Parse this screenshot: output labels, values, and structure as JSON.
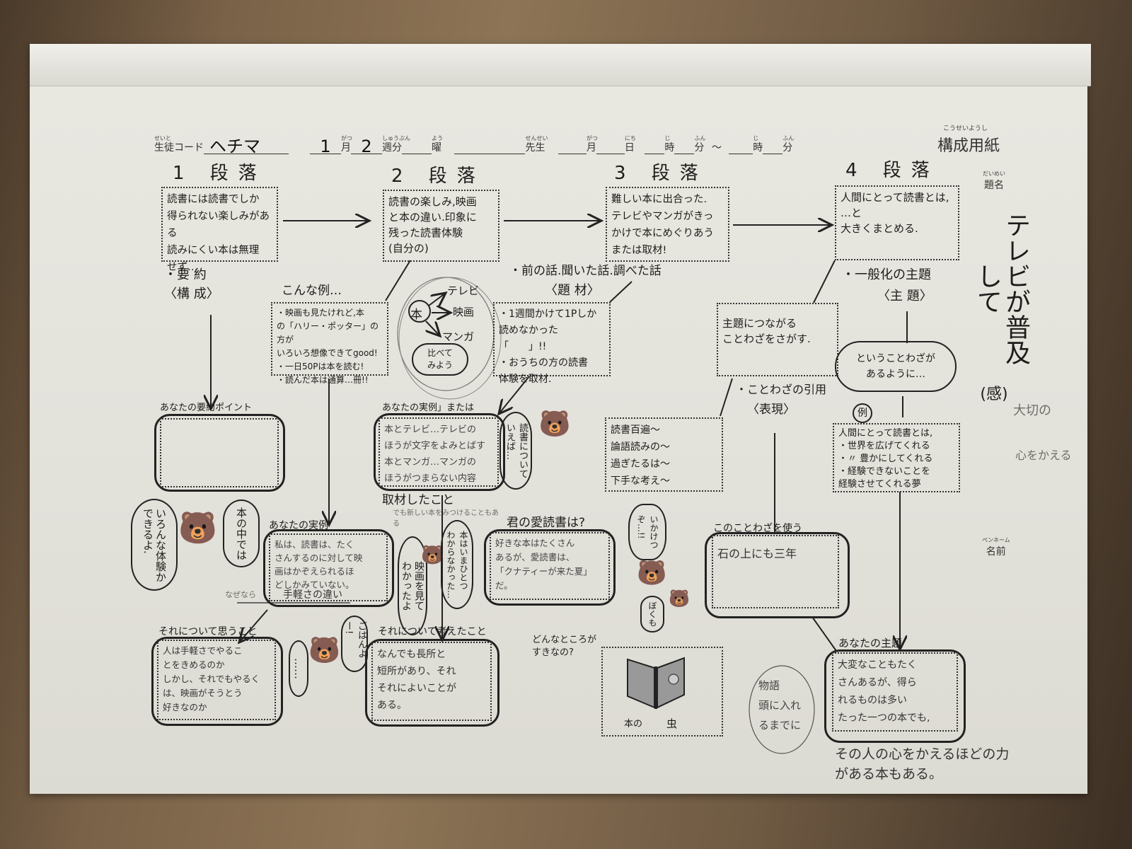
{
  "header": {
    "student_code_ruby": "せいと",
    "student_code_label": "生徒コード",
    "student_code_value": "ヘチマ",
    "month_value": "1",
    "month_ruby": "がつ",
    "month_label": "月",
    "week_value": "2",
    "week_ruby": "しゅうぶん",
    "week_label": "週分",
    "weekday_ruby": "よう",
    "weekday_label": "曜",
    "teacher_ruby": "せんせい",
    "teacher_label": "先生",
    "date_month_ruby": "がつ",
    "date_month_label": "月",
    "day_ruby": "にち",
    "day_label": "日",
    "hour_ruby": "じ",
    "hour_label": "時",
    "minute_ruby": "ふん",
    "minute_label": "分",
    "tilde": "〜",
    "hour2_ruby": "じ",
    "hour2_label": "時",
    "minute2_ruby": "ふん",
    "minute2_label": "分",
    "sheet_title_ruby": "こうせいようし",
    "sheet_title": "構成用紙"
  },
  "title_field": {
    "ruby": "だいめい",
    "label": "題名",
    "value": "テレビが普及して",
    "suffix": "(感)",
    "pencil_notes": [
      "大切の",
      "心をかえる"
    ]
  },
  "name_field": {
    "ruby": "ペンネーム",
    "label": "名前"
  },
  "sections": [
    {
      "heading": "1 段落",
      "box": "読書には読書でしか\n得られない楽しみがある\n読みにくい本は無理\nせず…",
      "caption_1": "・要 約",
      "caption_2": "〈構 成〉"
    },
    {
      "heading": "2 段落",
      "box": "読書の楽しみ,映画\nと本の違い.印象に\n残った読書体験\n(自分の)",
      "caption_1": "こんな例…",
      "caption_2": ""
    },
    {
      "heading": "3 段落",
      "box": "難しい本に出合った.\nテレビやマンガがきっ\nかけで本にめぐりあう\nまたは取材!",
      "caption_1": "・前の話.聞いた話.調べた話",
      "caption_2": "〈題 材〉"
    },
    {
      "heading": "4 段落",
      "box": "人間にとって読書とは,\n…と\n大きくまとめる.",
      "caption_1": "・一般化の主題",
      "caption_2": "〈主 題〉"
    }
  ],
  "example_box": "・映画も見たけれど,本\nの「ハリー・ポッター」の方が\nいろいろ想像できてgood!\n・一日50Pは本を読む!\n・読んだ本は通算…冊!!",
  "diagram": {
    "center": "本",
    "items": [
      "テレビ",
      "映画",
      "マンガ"
    ],
    "cloud": "比べて\nみよう"
  },
  "topic_box": "・1週間かけて1Pしか\n読めなかった「　　」!!\n・おうちの方の読書\n体験を取材.",
  "proverb_hint_box": "主題につながる\nことわざをさがす.",
  "proverb_bubble": "ということわざが\nあるように…",
  "quote_caption_1": "・ことわざの引用",
  "quote_caption_2": "〈表現〉",
  "quote_box": "読書百遍〜\n論語読みの〜\n過ぎたるは〜\n下手な考え〜",
  "rei_mark": "例",
  "rei_box": "人間にとって読書とは,\n・世界を広げてくれる\n・〃 豊かにしてくれる\n・経験できないことを\n経験させてくれる夢",
  "summary_label": "あなたの要約ポイント",
  "jitsurei_label_1": "あなたの実例」または",
  "jitsurei_box_1": "本とテレビ…テレビの\nほうが文字をよみとばす\n本とマンガ…マンガの\nほうがつまらない内容",
  "bubble_reading": "読書について\nいえば…",
  "interview_label": "取材したこと",
  "interview_pencil": "でも新しい本をみつけることもある",
  "bubble_experience": "いろんな体験か\nできるよ.",
  "bubble_in_book": "本の中では",
  "jitsurei_label_2": "あなたの実例",
  "jitsurei_box_2": "私は、読書は、たく\nさんするのに対して映\n画はかぞえられるほ\nどしかみていない。",
  "naze_label": "なぜなら",
  "naze_value": "手軽さの違い",
  "bubble_movie": "映画を見て\nわかったよ",
  "bubble_book": "本はいまひとつ\nわからなかった…",
  "favorite_label": "君の愛読書は?",
  "favorite_box": "好きな本はたくさん\nあるが、愛読書は、\n「クナティーが来た夏」だ。",
  "bubble_ikaketsu": "いかけつ\nぞ…!!",
  "bubble_bokumo": "ぼくも",
  "use_proverb_label": "このことわざを使う",
  "use_proverb_box": "石の上にも三年",
  "omou_label": "それについて思うこと",
  "omou_box": "人は手軽さでやるこ\nとをきめるのか\nしかし、それでもやるく\nは、映画がそうとう\n好きなのか",
  "bubble_dots": "……",
  "bubble_gohan": "ごはんよー!",
  "kangaeta_label": "それについて考えたこと",
  "kangaeta_box": "なんでも長所と\n短所があり、それ\nそれによいことが\nある。",
  "question_text": "どんなところが\nすきなの?",
  "bookworm_caption_1": "本の",
  "bookworm_caption_2": "虫",
  "theme_label": "あなたの主題",
  "theme_box": "大変なこともたく\nさんあるが、得ら\nれるものは多い\nたった一つの本でも,",
  "story_bubble": "物語\n頭に入れ\nるまでに",
  "bottom_note": "その人の心をかえるほどの力\nがある本もある。"
}
